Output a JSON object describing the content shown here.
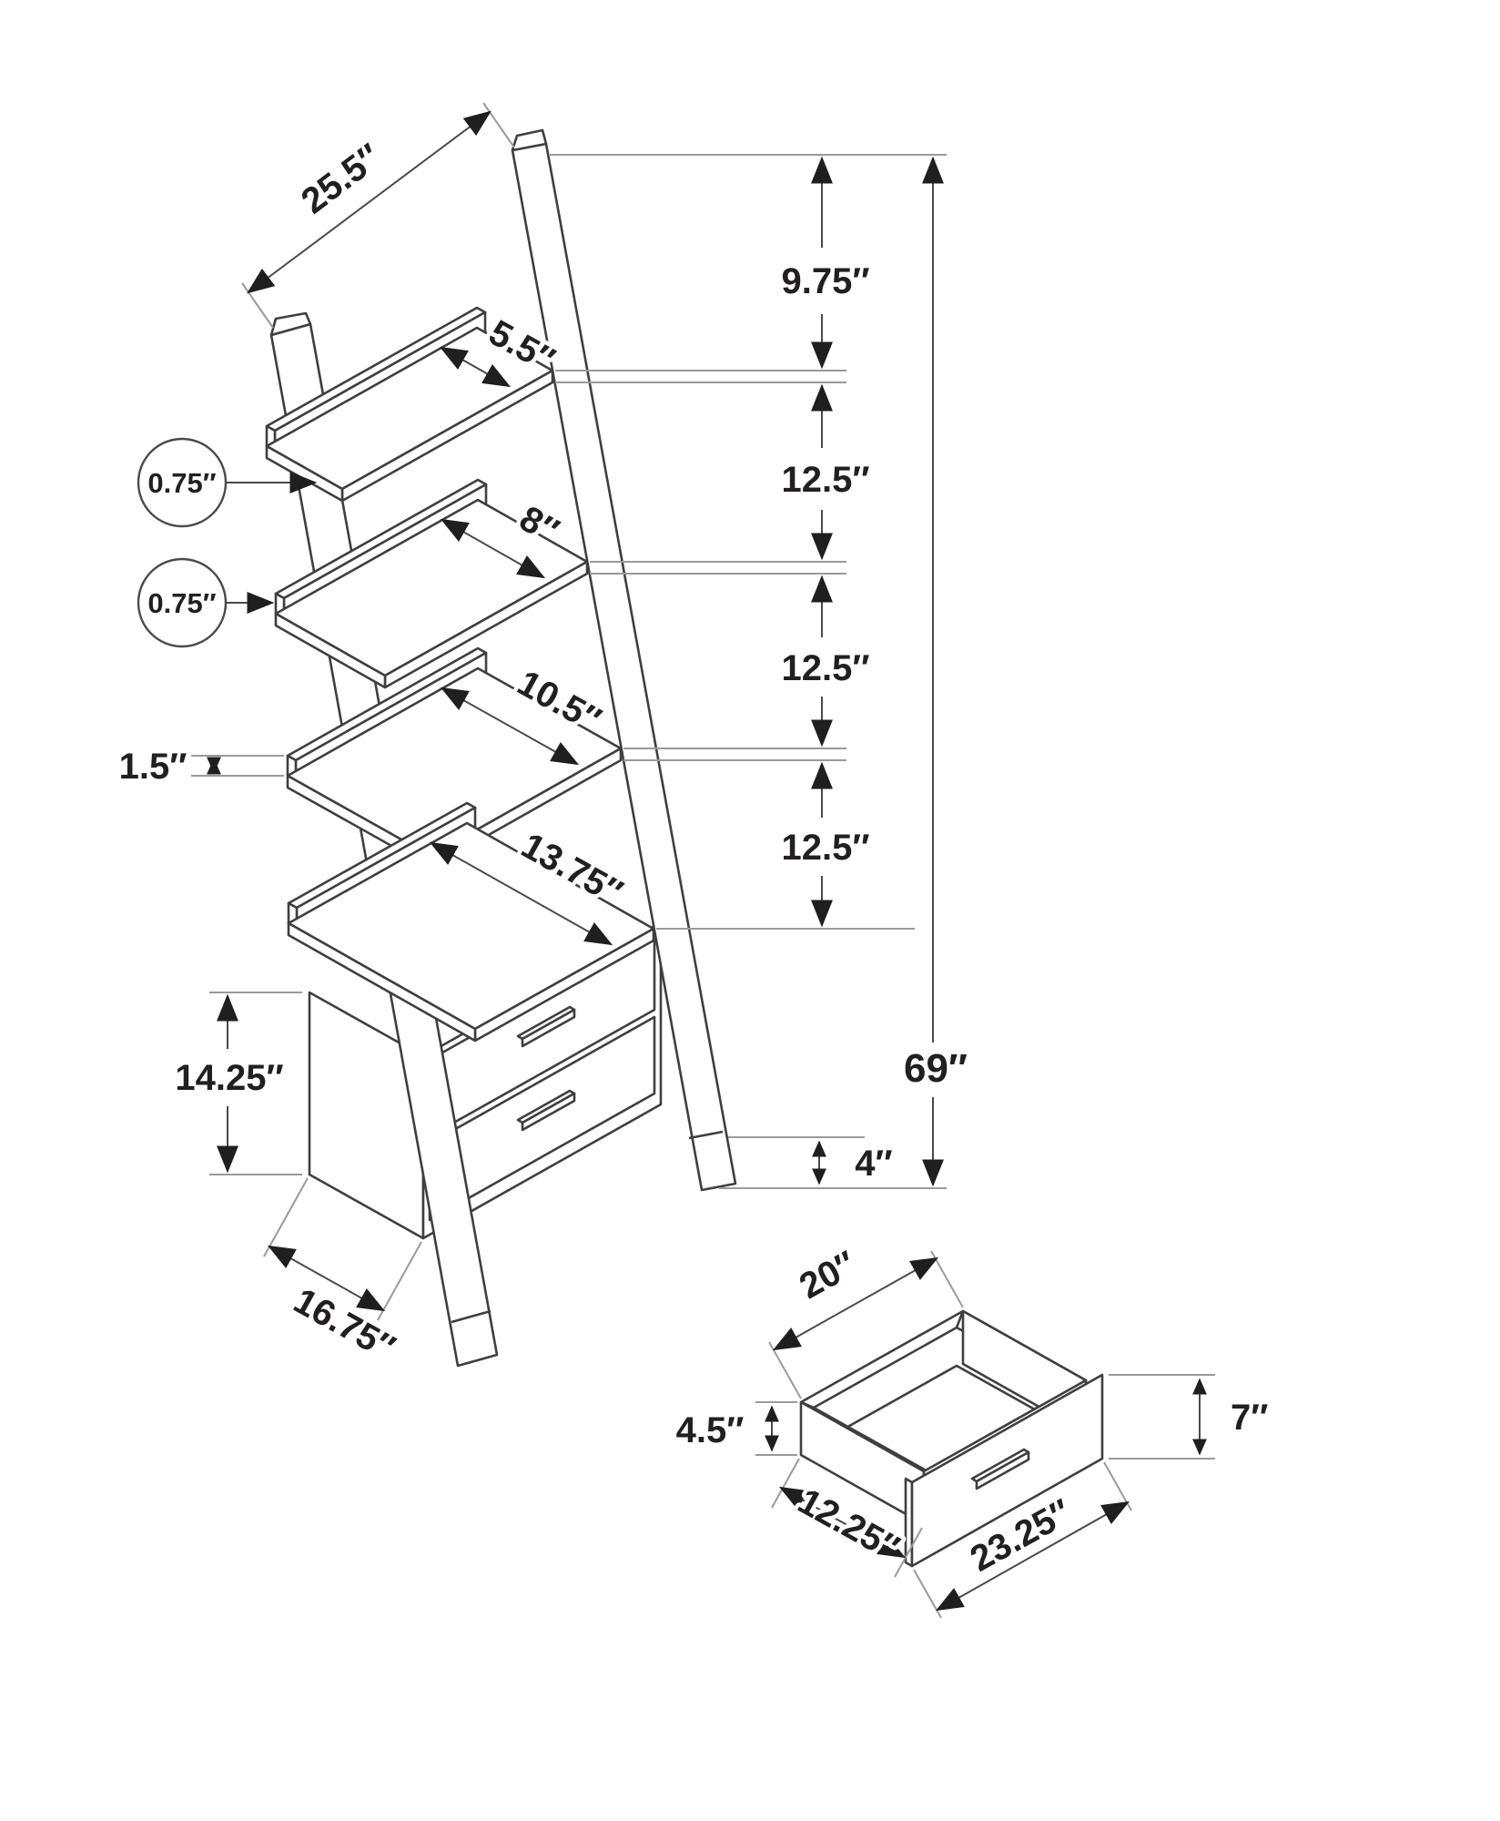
{
  "diagram": {
    "title_semantic": "ladder-bookcase-dimension-drawing",
    "bookcase": {
      "top_width": "25.5″",
      "shelf_depths": [
        "5.5″",
        "8″",
        "10.5″",
        "13.75″"
      ],
      "shelf_thickness_callouts": [
        "0.75″",
        "0.75″"
      ],
      "front_lip_height": "1.5″",
      "shelf_spacings": [
        "9.75″",
        "12.5″",
        "12.5″",
        "12.5″"
      ],
      "overall_height": "69″",
      "foot_height": "4″",
      "cabinet_height": "14.25″",
      "base_depth": "16.75″"
    },
    "drawer": {
      "inner_width": "20″",
      "side_height": "4.5″",
      "inner_depth": "12.25″",
      "front_width": "23.25″",
      "front_height": "7″"
    }
  }
}
